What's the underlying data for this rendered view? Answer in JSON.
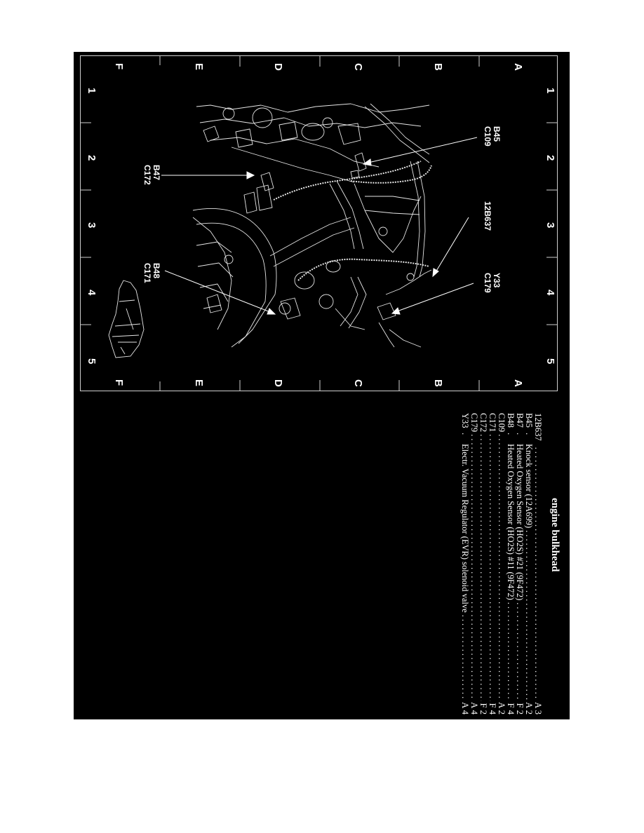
{
  "diagram": {
    "grid": {
      "columns": [
        "A",
        "B",
        "C",
        "D",
        "E",
        "F"
      ],
      "rows": [
        "1",
        "2",
        "3",
        "4",
        "5"
      ]
    },
    "callouts": [
      {
        "lines": [
          "B45",
          "C109"
        ]
      },
      {
        "lines": [
          "B47",
          "C172"
        ]
      },
      {
        "lines": [
          "12B637"
        ]
      },
      {
        "lines": [
          "Y33",
          "C179"
        ]
      },
      {
        "lines": [
          "B48",
          "C171"
        ]
      }
    ],
    "icons": {
      "vehicle": "car-silhouette-icon"
    }
  },
  "legend": {
    "title": "engine bulkhead",
    "items": [
      {
        "code": "12B637",
        "description": "",
        "location": "A 3"
      },
      {
        "code": "B45",
        "description": "Knock sensor (12A699)",
        "location": "A 2"
      },
      {
        "code": "B47",
        "description": "Heated Oxygen Sensor (HO2S) #21 (9F472)",
        "location": "F 2"
      },
      {
        "code": "B48",
        "description": "Heated Oxygen Sensor (HO2S) #11 (9F472)",
        "location": "F 4"
      },
      {
        "code": "C109",
        "description": "",
        "location": "A 2"
      },
      {
        "code": "C171",
        "description": "",
        "location": "F 4"
      },
      {
        "code": "C172",
        "description": "",
        "location": "F 2"
      },
      {
        "code": "C179",
        "description": "",
        "location": "A 4"
      },
      {
        "code": "Y33",
        "description": "Electr. Vacuum Regulator (EVR) solenoid valve",
        "location": "A 4"
      }
    ]
  },
  "colors": {
    "background": "#000000",
    "foreground": "#ffffff",
    "page": "#ffffff"
  }
}
